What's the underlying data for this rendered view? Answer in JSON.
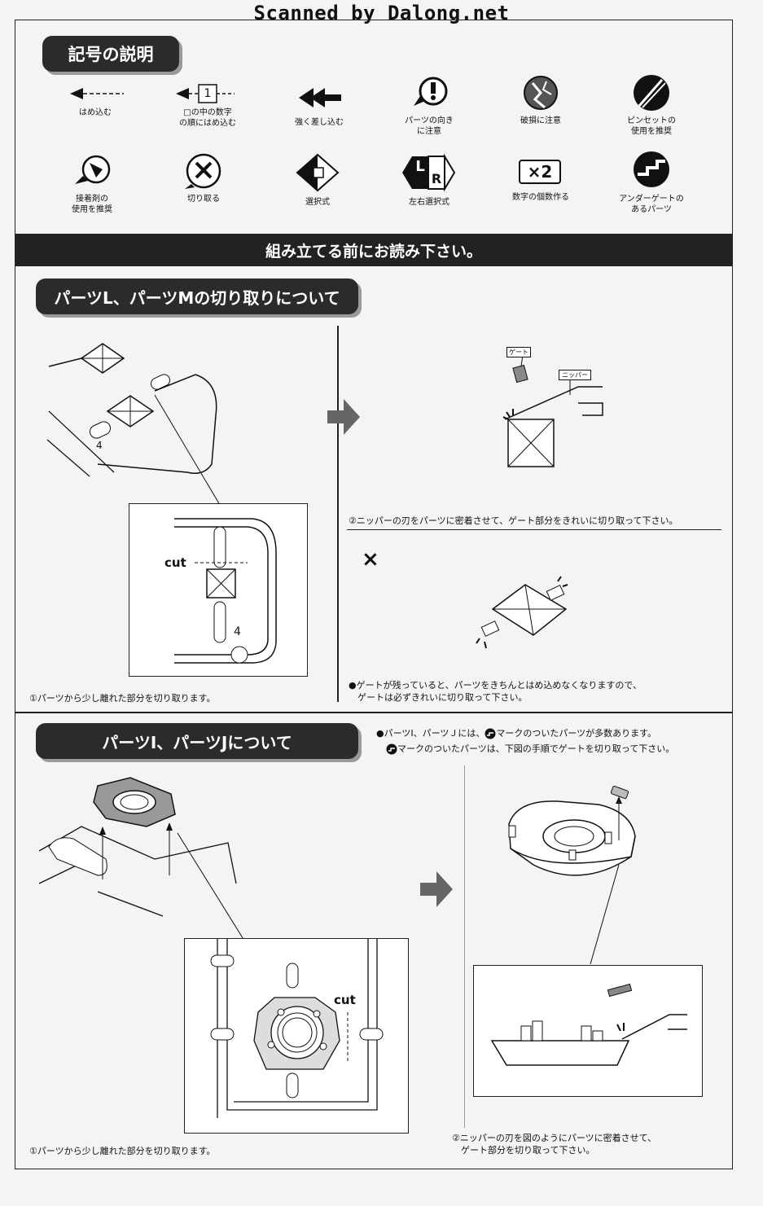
{
  "watermark": "Scanned by Dalong.net",
  "legend": {
    "title": "記号の説明",
    "symbols": [
      {
        "icon": "arrow-dashed-icon",
        "label": "はめ込む"
      },
      {
        "icon": "arrow-number-icon",
        "label": "□の中の数字\nの順にはめ込む",
        "number": "1"
      },
      {
        "icon": "double-arrow-icon",
        "label": "強く差し込む"
      },
      {
        "icon": "exclamation-icon",
        "label": "パーツの向き\nに注意"
      },
      {
        "icon": "broken-icon",
        "label": "破損に注意"
      },
      {
        "icon": "tweezers-icon",
        "label": "ピンセットの\n使用を推奨"
      },
      {
        "icon": "glue-icon",
        "label": "接着剤の\n使用を推奨"
      },
      {
        "icon": "cutter-icon",
        "label": "切り取る"
      },
      {
        "icon": "select-icon",
        "label": "選択式"
      },
      {
        "icon": "lr-select-icon",
        "label": "左右選択式",
        "letters": [
          "L",
          "R"
        ]
      },
      {
        "icon": "times2-icon",
        "label": "数字の個数作る",
        "mark": "×2"
      },
      {
        "icon": "undergate-icon",
        "label": "アンダーゲートの\nあるパーツ"
      }
    ]
  },
  "band": "組み立てる前にお読み下さい。",
  "section1": {
    "title": "パーツL、パーツMの切り取りについて",
    "part_number": "4",
    "cut_label": "cut",
    "caption_left": "①パーツから少し離れた部分を切り取ります。",
    "gate_label": "ゲート",
    "nipper_label": "ニッパー",
    "caption_right1": "②ニッパーの刃をパーツに密着させて、ゲート部分をきれいに切り取って下さい。",
    "x_mark": "×",
    "caption_right2": "●ゲートが残っていると、パーツをきちんとはめ込めなくなりますので、\n　ゲートは必ずきれいに切り取って下さい。"
  },
  "section2": {
    "title": "パーツI、パーツJについて",
    "note1": "●パーツI、パーツＪには、",
    "note1b": "マークのついたパーツが多数あります。",
    "note2": "マークのついたパーツは、下図の手順でゲートを切り取って下さい。",
    "cut_label": "cut",
    "caption_left": "①パーツから少し離れた部分を切り取ります。",
    "caption_right": "②ニッパーの刃を図のようにパーツに密着させて、\n　ゲート部分を切り取って下さい。"
  }
}
